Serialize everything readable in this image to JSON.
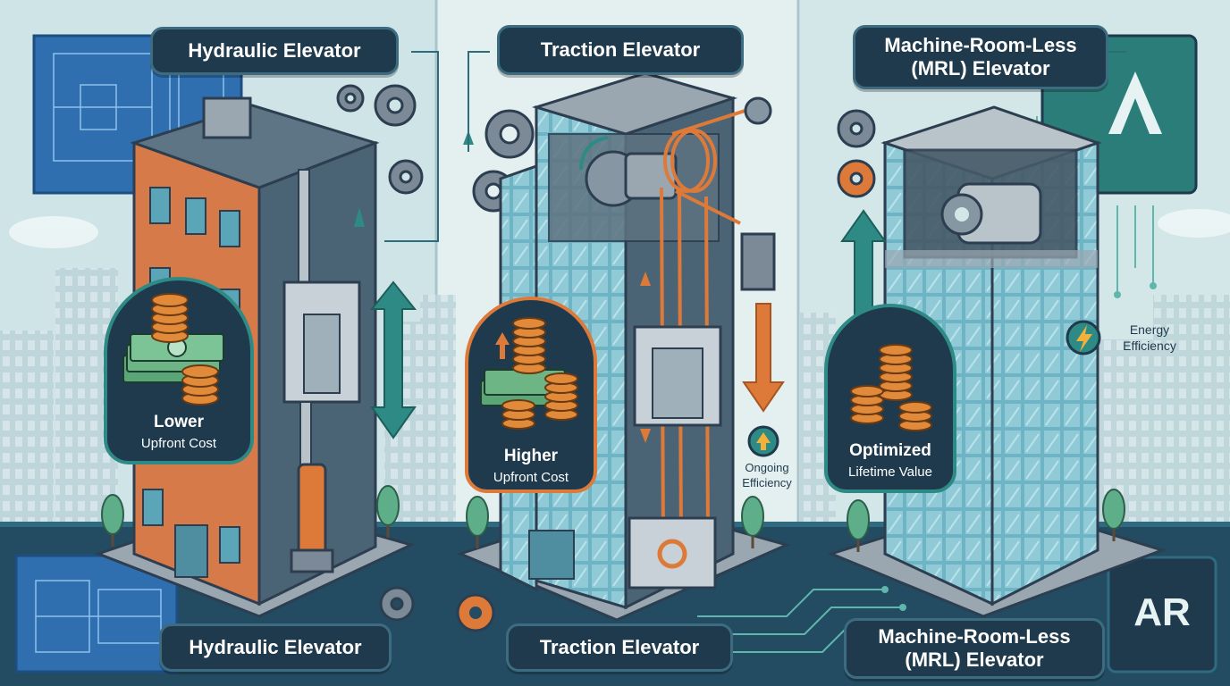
{
  "columns": [
    {
      "top_title": "Hydraulic Elevator",
      "bottom_title": "Hydraulic Elevator",
      "badge": {
        "line1": "Lower",
        "line2": "Upfront Cost"
      }
    },
    {
      "top_title": "Traction Elevator",
      "bottom_title": "Traction Elevator",
      "badge": {
        "line1": "Higher",
        "line2": "Upfront Cost"
      },
      "side_note": "Ongoing\nEfficiency"
    },
    {
      "top_title": "Machine-Room-Less\n(MRL) Elevator",
      "bottom_title": "Machine-Room-Less\n(MRL) Elevator",
      "badge": {
        "line1": "Optimized",
        "line2": "Lifetime Value"
      },
      "side_note": "Energy\nEfficiency"
    }
  ],
  "colors": {
    "navy": "#1e3a4c",
    "teal": "#2e8a85",
    "orange": "#dd7a3a",
    "brick": "#d77a4a",
    "glass": "#6fb4c4",
    "money": "#6db585",
    "coin": "#e08a3a"
  },
  "icons": [
    "gear-icon",
    "blueprint-icon",
    "coins-icon",
    "cash-icon",
    "up-down-arrow-icon",
    "lightning-icon",
    "motor-icon",
    "logo-icon"
  ]
}
